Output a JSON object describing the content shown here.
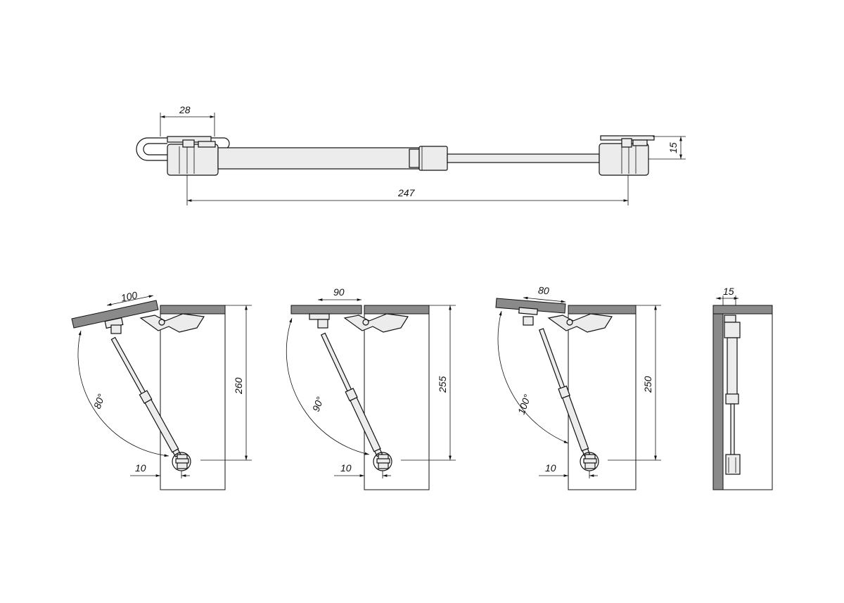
{
  "top_view": {
    "dim_bracket": "28",
    "dim_height": "15",
    "dim_length": "247"
  },
  "opening_views": [
    {
      "id": "view-80",
      "dim_top": "100",
      "dim_height": "260",
      "dim_offset": "10",
      "angle": "80°"
    },
    {
      "id": "view-90",
      "dim_top": "90",
      "dim_height": "255",
      "dim_offset": "10",
      "angle": "90°"
    },
    {
      "id": "view-100",
      "dim_top": "80",
      "dim_height": "250",
      "dim_offset": "10",
      "angle": "100°"
    }
  ],
  "closed_view": {
    "dim_top": "15"
  },
  "colors": {
    "line": "#111111",
    "panel": "#8a8a8a",
    "part_fill": "#ececec"
  }
}
